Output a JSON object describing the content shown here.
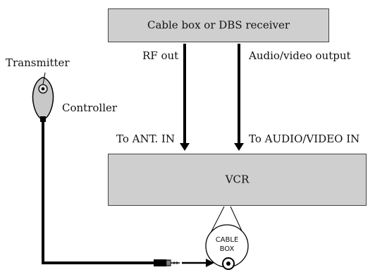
{
  "diagram": {
    "receiver_box": {
      "label": "Cable box or DBS receiver"
    },
    "vcr_box": {
      "label": "VCR"
    },
    "labels": {
      "rf_out": "RF out",
      "av_output": "Audio/video output",
      "to_ant_in": "To ANT. IN",
      "to_av_in": "To AUDIO/VIDEO IN",
      "transmitter": "Transmitter",
      "controller": "Controller"
    },
    "jack": {
      "line1": "CABLE",
      "line2": "BOX"
    }
  },
  "colors": {
    "box_fill": "#cfcfcf",
    "box_border": "#444444",
    "line": "#000000",
    "controller_fill": "#c8c8c8"
  }
}
